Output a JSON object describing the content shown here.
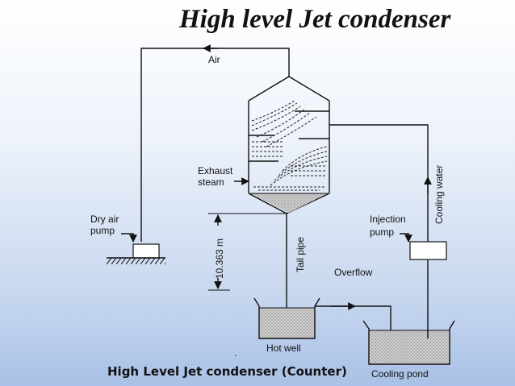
{
  "title": "High level Jet condenser",
  "caption": "High Level Jet condenser (Counter)",
  "labels": {
    "air": "Air",
    "exhaust_steam": "Exhaust steam",
    "exhaust_line1": "Exhaust",
    "exhaust_line2": "steam",
    "dry_air_pump_line1": "Dry air",
    "dry_air_pump_line2": "pump",
    "height": "10.363 m",
    "tail_pipe": "Tail pipe",
    "injection_pump_line1": "Injection",
    "injection_pump_line2": "pump",
    "cooling_water": "Cooling water",
    "overflow": "Overflow",
    "hot_well": "Hot well",
    "cooling_pond": "Cooling pond"
  }
}
